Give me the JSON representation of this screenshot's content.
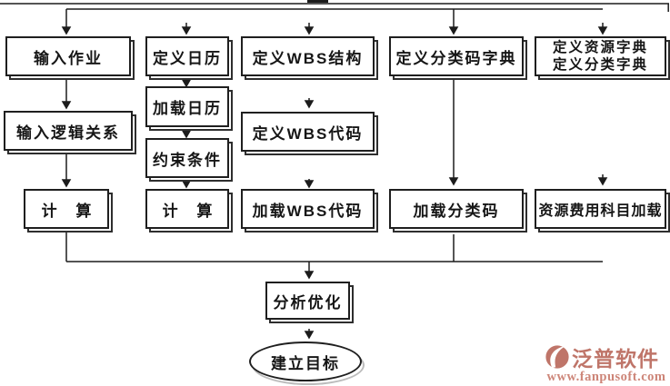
{
  "diagram": {
    "nodes": {
      "input_job": "输入作业",
      "define_calendar": "定义日历",
      "define_wbs_structure": "定义WBS结构",
      "define_class_code_dict": "定义分类码字典",
      "define_resource_dict": "定义资源字典",
      "define_class_dict": "定义分类字典",
      "input_logic_relation": "输入逻辑关系",
      "load_calendar": "加载日历",
      "define_wbs_code": "定义WBS代码",
      "constraint_condition": "约束条件",
      "calculate_left": "计 算",
      "calculate_mid": "计 算",
      "load_wbs_code": "加载WBS代码",
      "load_class_code": "加载分类码",
      "load_resource_cost_account": "资源费用科目加载",
      "analyze_optimize": "分析优化",
      "establish_target": "建立目标"
    },
    "edges": [
      {
        "from": "top-bus",
        "to": "input_job"
      },
      {
        "from": "top-bus",
        "to": "define_calendar"
      },
      {
        "from": "top-bus",
        "to": "define_wbs_structure"
      },
      {
        "from": "top-bus",
        "to": "define_class_code_dict"
      },
      {
        "from": "top-bus",
        "to": "define_resource_dict"
      },
      {
        "from": "input_job",
        "to": "input_logic_relation"
      },
      {
        "from": "input_logic_relation",
        "to": "calculate_left"
      },
      {
        "from": "define_calendar",
        "to": "load_calendar"
      },
      {
        "from": "load_calendar",
        "to": "constraint_condition"
      },
      {
        "from": "constraint_condition",
        "to": "calculate_mid"
      },
      {
        "from": "define_wbs_structure",
        "to": "define_wbs_code"
      },
      {
        "from": "define_wbs_code",
        "to": "load_wbs_code"
      },
      {
        "from": "define_class_code_dict",
        "to": "load_class_code"
      },
      {
        "from": "define_resource_dict",
        "to": "load_resource_cost_account"
      },
      {
        "from": "calculate_left",
        "to": "bottom-bus"
      },
      {
        "from": "load_class_code",
        "to": "bottom-bus"
      },
      {
        "from": "bottom-bus",
        "to": "analyze_optimize"
      },
      {
        "from": "analyze_optimize",
        "to": "establish_target"
      }
    ],
    "colors": {
      "line": "#1c1c1c",
      "box_border": "#1f1f1f",
      "box_fill": "#ffffff"
    }
  },
  "watermark": {
    "brand": "泛普软件",
    "url": "www.fanpusoft.com",
    "brand_color": "#bf7569",
    "url_color": "#cd8578",
    "icon": "fanpu-swoosh-icon"
  }
}
